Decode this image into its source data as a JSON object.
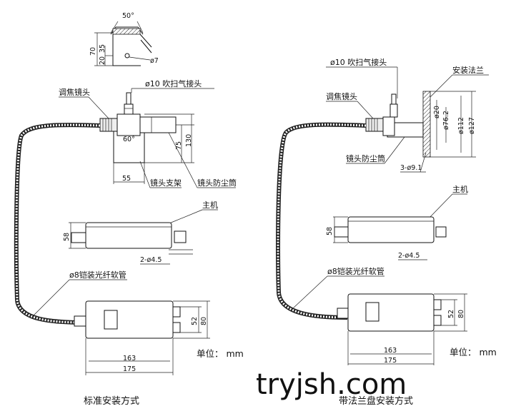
{
  "left": {
    "angle_top": "50°",
    "bracket_dims": [
      "70",
      "35",
      "20"
    ],
    "hole": "ø7",
    "purge": "ø10 吹扫气接头",
    "focus": "调焦镜头",
    "angle_60": "60°",
    "d75": "75",
    "d130": "130",
    "d55": "55",
    "holder": "镜头支架",
    "dust": "镜头防尘筒",
    "host": "主机",
    "d58": "58",
    "holes": "2-ø4.5",
    "cable": "ø8铠装光纤软管",
    "d52": "52",
    "d80": "80",
    "d163": "163",
    "d175": "175",
    "unit": "单位： mm",
    "caption": "标准安装方式"
  },
  "right": {
    "purge": "ø10 吹扫气接头",
    "flange": "安装法兰",
    "focus": "调焦镜头",
    "flange_dims": [
      "ø20",
      "ø76.2",
      "ø112",
      "ø127"
    ],
    "dust": "镜头防尘筒",
    "flange_holes": "3-ø9.1",
    "host": "主机",
    "d58": "58",
    "holes": "2-ø4.5",
    "cable": "ø8铠装光纤软管",
    "d52": "52",
    "d80": "80",
    "d163": "163",
    "d175": "175",
    "unit": "单位： mm",
    "caption": "带法兰盘安装方式"
  },
  "watermark": "tryjsh.com"
}
